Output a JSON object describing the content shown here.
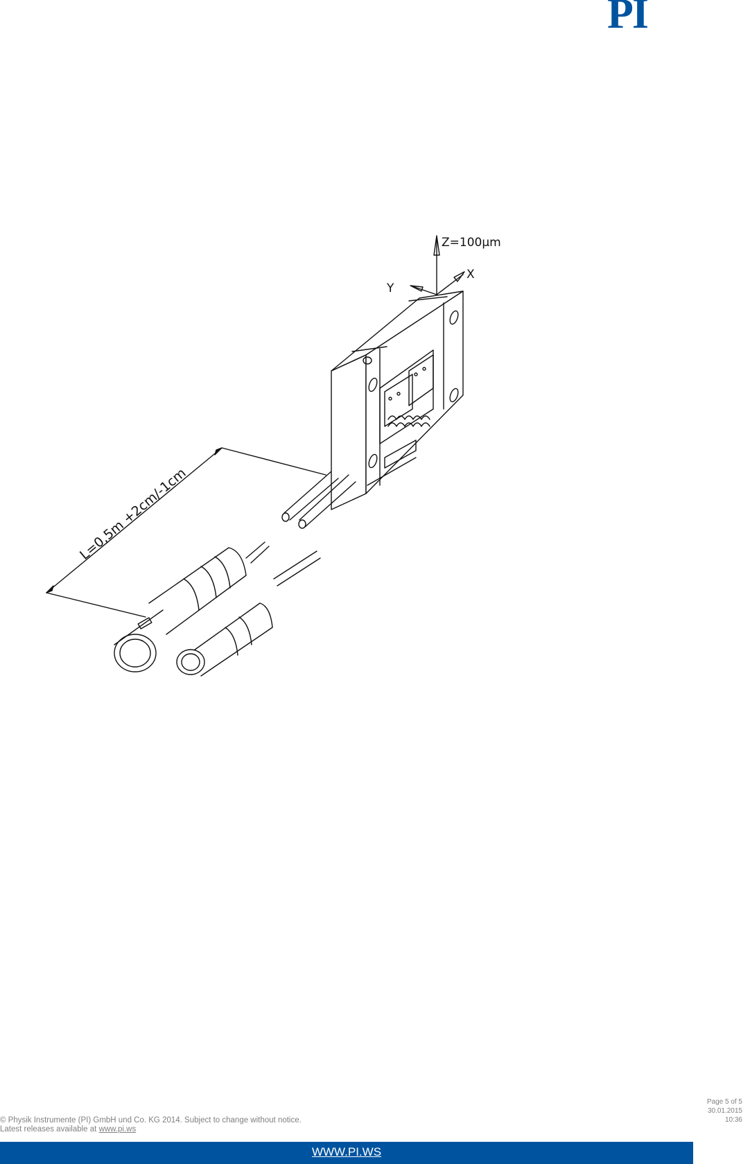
{
  "header": {
    "logo_text": "PI",
    "brand_color": "#00539f"
  },
  "drawing": {
    "axis_labels": {
      "z": "Z=100µm",
      "x": "X",
      "y": "Y"
    },
    "dimension_label": "L=0,5m +2cm/-1cm"
  },
  "footer": {
    "copyright": "© Physik Instrumente (PI) GmbH und Co. KG 2014. Subject to change without notice.",
    "latest_prefix": "Latest releases available at ",
    "latest_link": "www.pi.ws",
    "page": "Page 5 of 5",
    "date": "30.01.2015",
    "time": "10:36",
    "bar_link": "WWW.PI.WS",
    "bar_color": "#00539f"
  }
}
